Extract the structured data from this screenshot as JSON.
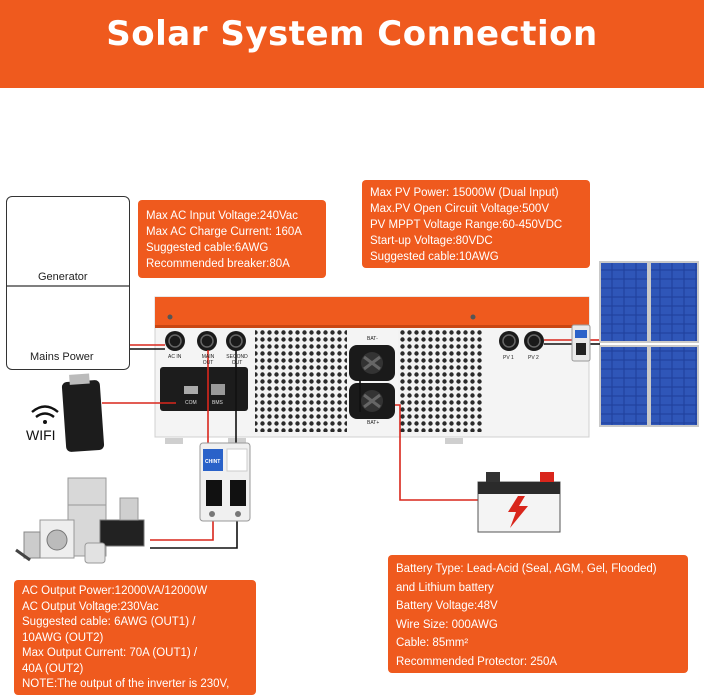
{
  "title": "Solar System Connection",
  "ac_input_box": {
    "lines": [
      "Max AC Input Voltage:240Vac",
      "Max AC Charge Current: 160A",
      "Suggested cable:6AWG",
      "Recommended breaker:80A"
    ]
  },
  "pv_box": {
    "lines": [
      "Max PV Power: 15000W (Dual Input)",
      "Max.PV Open Circuit Voltage:500V",
      "PV MPPT Voltage Range:60-450VDC",
      "Start-up Voltage:80VDC",
      "Suggested cable:10AWG"
    ]
  },
  "output_box": {
    "lines": [
      "AC Output Power:12000VA/12000W",
      "AC Output Voltage:230Vac",
      "Suggested cable: 6AWG (OUT1) /",
      "10AWG (OUT2)",
      "Max Output Current: 70A (OUT1) /",
      "40A (OUT2)",
      "NOTE:The output of the inverter is 230V,"
    ]
  },
  "battery_box": {
    "lines": [
      "Battery Type: Lead-Acid (Seal, AGM, Gel, Flooded)",
      "and Lithium battery",
      "Battery Voltage:48V",
      "Wire Size: 000AWG",
      "Cable: 85mm²",
      "Recommended Protector: 250A"
    ]
  },
  "sources": {
    "generator_label": "Generator",
    "mains_label": "Mains Power"
  },
  "wifi_label": "WIFI",
  "inverter_ports": {
    "ac_in": "AC IN",
    "main_out": "MAIN OUT",
    "second_out": "SECOND OUT",
    "com": "COM",
    "bms": "BMS",
    "bat_minus": "BAT-",
    "bat_plus": "BAT+",
    "pv1": "PV 1",
    "pv2": "PV 2"
  },
  "breaker_brand": "CHINT",
  "colors": {
    "accent": "#ef5a1e",
    "wire_red": "#d9261c",
    "wire_black": "#111111",
    "panel_blue": "#1f3f9a"
  },
  "icons": [
    "generator-icon",
    "transmission-tower-icon",
    "wifi-icon",
    "wifi-dongle-icon",
    "breaker-icon",
    "battery-icon",
    "solar-panel-icon",
    "appliances-icon"
  ]
}
